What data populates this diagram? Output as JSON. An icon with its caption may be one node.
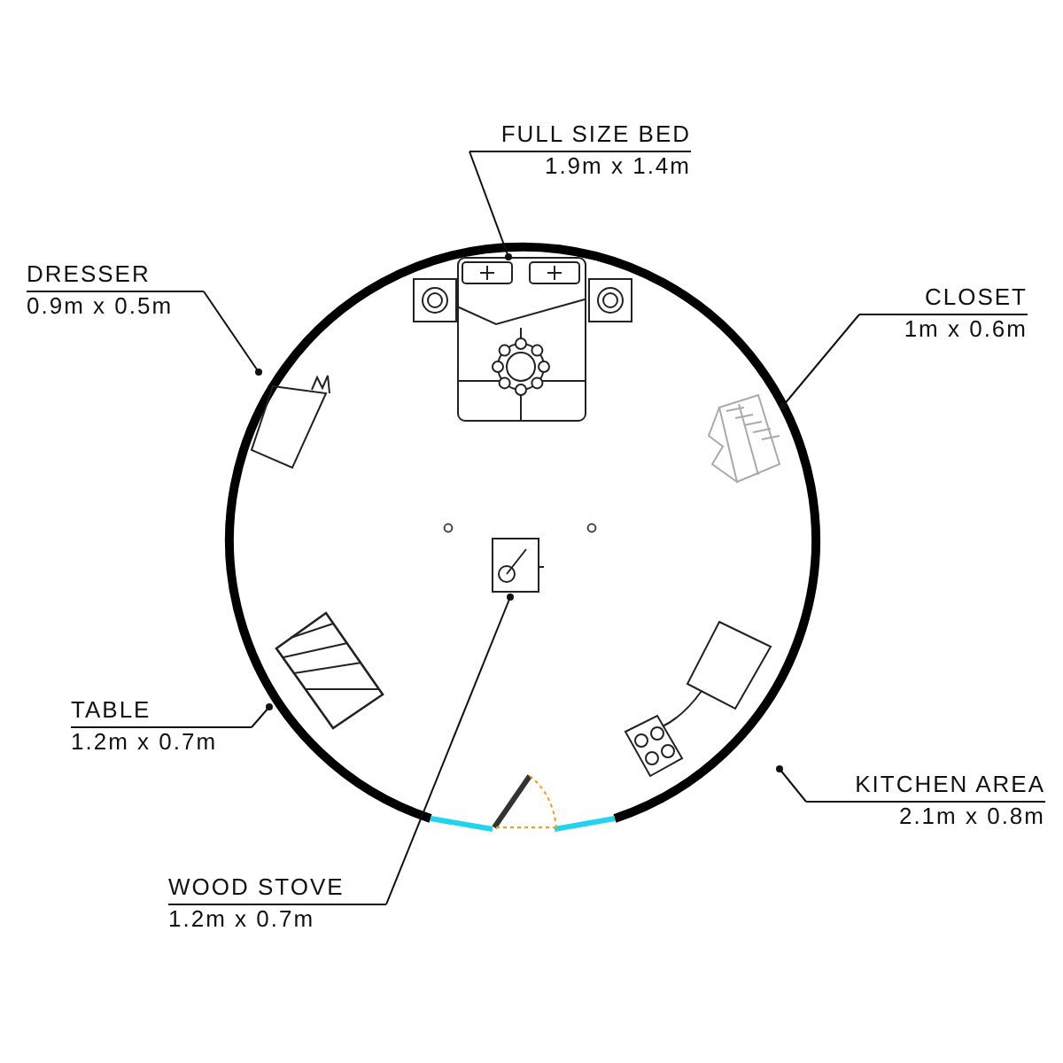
{
  "diagram": {
    "nodes": [
      {
        "text": [
          "FULL SIZE BED",
          "1.9m x 1.4m"
        ]
      },
      {
        "text": [
          "DRESSER",
          "0.9m x 0.5m"
        ]
      },
      {
        "text": [
          "CLOSET",
          "1m x 0.6m"
        ]
      },
      {
        "text": [
          "TABLE",
          "1.2m x 0.7m"
        ]
      },
      {
        "text": [
          "KITCHEN AREA",
          "2.1m x 0.8m"
        ]
      },
      {
        "text": [
          "WOOD STOVE",
          "1.2m x 0.7m"
        ]
      },
      {
        "text": [],
        "shape": "picture"
      },
      {
        "text": [],
        "shape": "picture"
      },
      {
        "text": [],
        "shape": "picture"
      },
      {
        "text": [],
        "shape": "picture"
      },
      {
        "text": [],
        "shape": "picture"
      },
      {
        "text": [],
        "shape": "picture"
      }
    ],
    "edges": [
      {
        "from": 0,
        "to": 6,
        "arrow": "other"
      },
      {
        "from": 1,
        "to": 7,
        "arrow": "other"
      },
      {
        "from": 2,
        "to": 8,
        "arrow": "other"
      },
      {
        "from": 3,
        "to": 9,
        "arrow": "other"
      },
      {
        "from": 4,
        "to": 10,
        "arrow": "other"
      },
      {
        "from": 5,
        "to": 11,
        "arrow": "other"
      }
    ]
  }
}
